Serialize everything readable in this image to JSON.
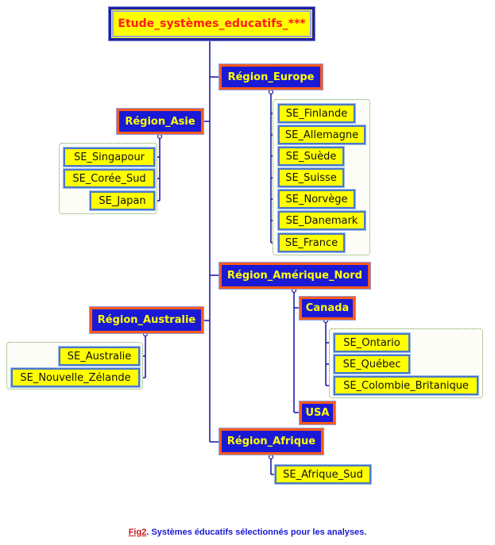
{
  "root": "Etude_systèmes_educatifs_***",
  "regions": {
    "europe": "Région_Europe",
    "asie": "Région_Asie",
    "amerique_nord": "Région_Amérique_Nord",
    "australie": "Région_Australie",
    "afrique": "Région_Afrique",
    "canada": "Canada",
    "usa": "USA"
  },
  "europe_items": [
    "SE_Finlande",
    "SE_Allemagne",
    "SE_Suède",
    "SE_Suisse",
    "SE_Norvège",
    "SE_Danemark",
    "SE_France"
  ],
  "asie_items": [
    "SE_Singapour",
    "SE_Corée_Sud",
    "SE_Japan"
  ],
  "canada_items": [
    "SE_Ontario",
    "SE_Québec",
    "SE_Colombie_Britanique"
  ],
  "australie_items": [
    "SE_Australie",
    "SE_Nouvelle_Zélande"
  ],
  "afrique_items": [
    "SE_Afrique_Sud"
  ],
  "caption": {
    "fig": "Fig2",
    "text": ". Systèmes éducatifs sélectionnés pour les analyses."
  },
  "colors": {
    "line": "#1e1ea8",
    "leaf_bg": "#ffff00",
    "region_bg": "#1a1ad6",
    "region_border": "#ff5a1a"
  }
}
